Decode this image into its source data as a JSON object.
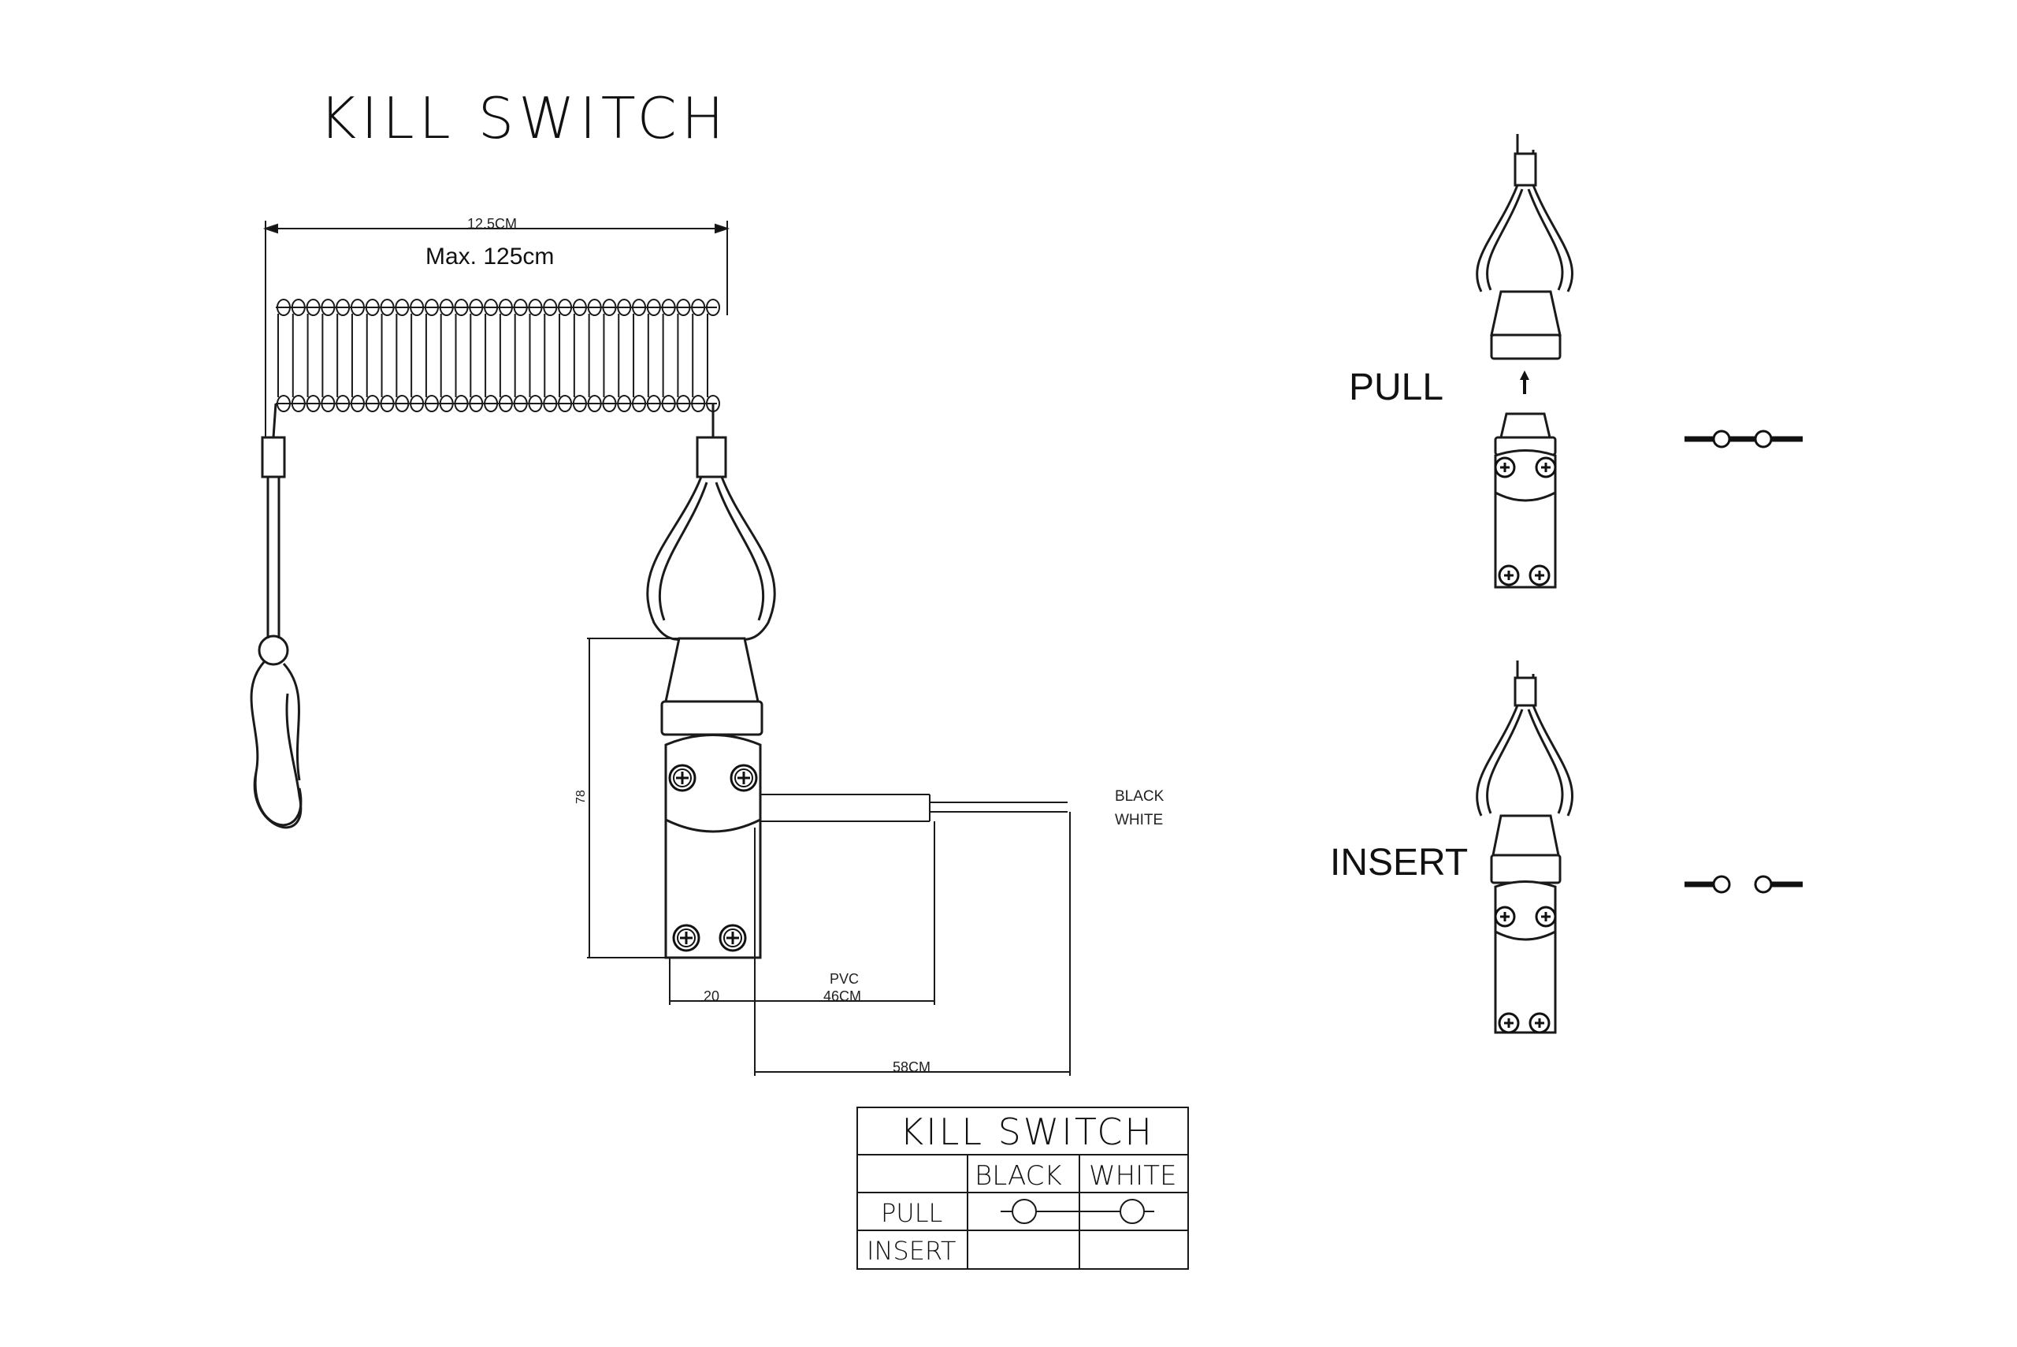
{
  "title": "KILL SWITCH",
  "dimensions": {
    "coil_length": "12.5CM",
    "coil_max": "Max. 125cm",
    "height": "78",
    "width": "20",
    "pvc_label": "PVC",
    "pvc_length": "46CM",
    "total_length": "58CM"
  },
  "wires": {
    "black": "BLACK",
    "white": "WHITE"
  },
  "states": {
    "pull": "PULL",
    "insert": "INSERT"
  },
  "table": {
    "title": "KILL SWITCH",
    "headers": [
      "BLACK",
      "WHITE"
    ],
    "rows": [
      "PULL",
      "INSERT"
    ]
  }
}
